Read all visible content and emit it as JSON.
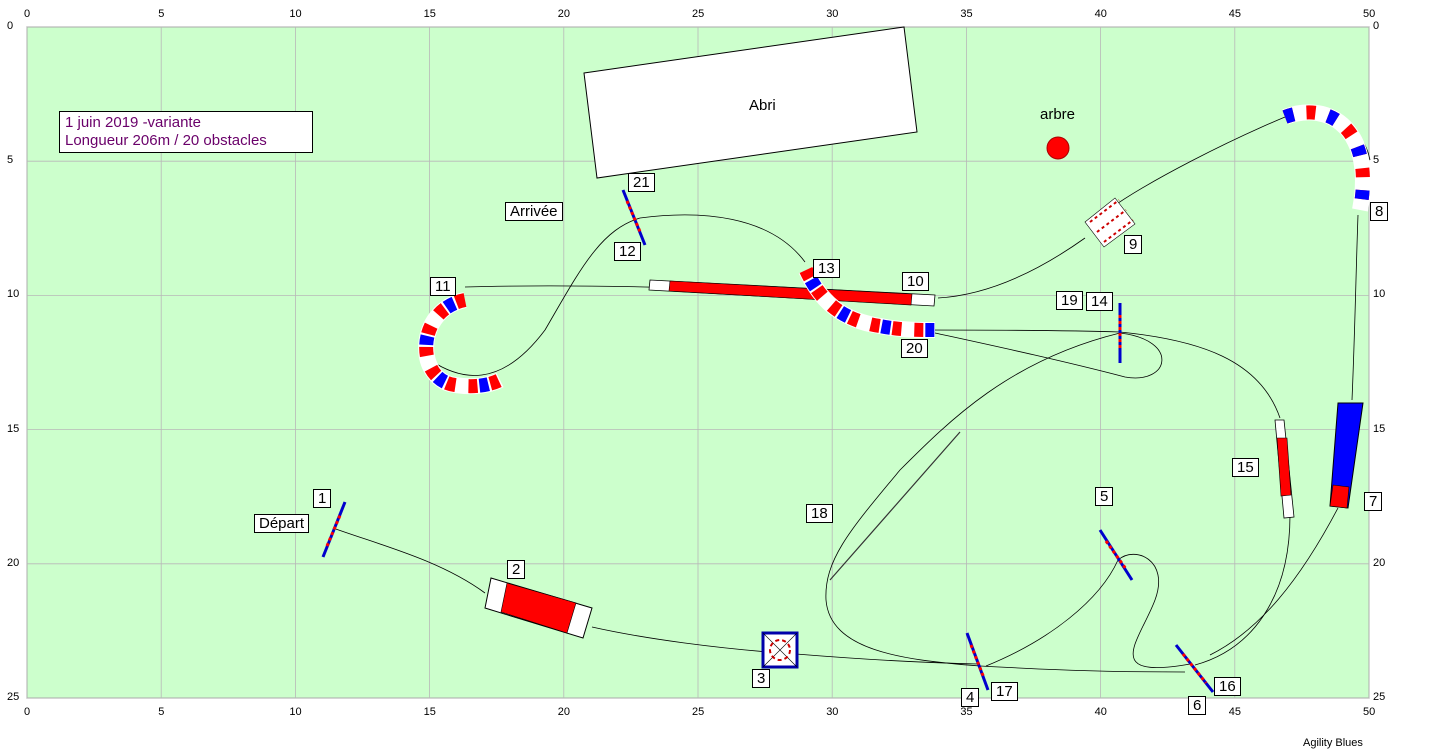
{
  "info": {
    "line1": "1 juin 2019 -variante",
    "line2": "Longueur 206m / 20  obstacles"
  },
  "labels": {
    "shelter": "Abri",
    "tree": "arbre",
    "start": "Départ",
    "finish": "Arrivée"
  },
  "obstacles": {
    "n1": "1",
    "n2": "2",
    "n3": "3",
    "n4": "4",
    "n5": "5",
    "n6": "6",
    "n7": "7",
    "n8": "8",
    "n9": "9",
    "n10": "10",
    "n11": "11",
    "n12": "12",
    "n13": "13",
    "n14": "14",
    "n15": "15",
    "n16": "16",
    "n17": "17",
    "n18": "18",
    "n19": "19",
    "n20": "20",
    "n21": "21"
  },
  "axis_ticks_x": [
    "0",
    "5",
    "10",
    "15",
    "20",
    "25",
    "30",
    "35",
    "40",
    "45",
    "50"
  ],
  "axis_ticks_y": [
    "0",
    "5",
    "10",
    "15",
    "20",
    "25"
  ],
  "credit": "Agility Blues",
  "colors": {
    "field": "#ccffcc",
    "grid": "#b8b8b8",
    "tunnel_red": "#ff0000",
    "tunnel_blue": "#0000ff",
    "tree": "#ff0000"
  }
}
